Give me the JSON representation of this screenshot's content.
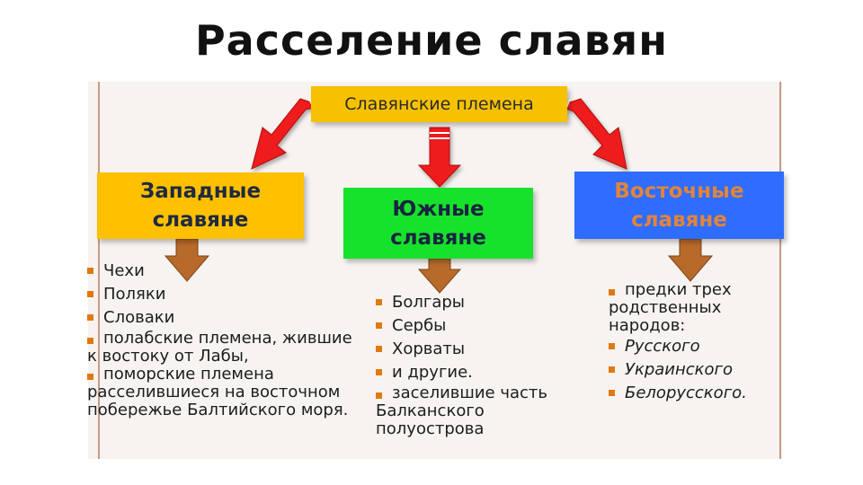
{
  "title": "Расселение славян",
  "root": {
    "label": "Славянские племена"
  },
  "groups": {
    "west": {
      "label_line1": "Западные",
      "label_line2": "славяне",
      "items": [
        "Чехи",
        "Поляки",
        "Словаки",
        "полабские племена, жившие",
        "к востоку от Лабы,",
        "поморские племена",
        "расселившиеся на восточном",
        "побережье Балтийского моря."
      ]
    },
    "south": {
      "label_line1": "Южные",
      "label_line2": "славяне",
      "items": [
        "Болгары",
        "Сербы",
        "Хорваты",
        "и другие.",
        "заселившие часть",
        "Балканского",
        "полуострова"
      ]
    },
    "east": {
      "label_line1": "Восточные",
      "label_line2": "славяне",
      "items": [
        "предки трех",
        "родственных",
        "народов:",
        "Русского",
        "Украинского",
        "Белорусского."
      ]
    }
  },
  "colors": {
    "root_fill": "#f6c100",
    "west_fill": "#ffc000",
    "south_fill": "#16e22c",
    "east_fill": "#2e6dff",
    "east_text": "#e2843a",
    "arrow_red": "#ee1b1b",
    "arrow_brown": "#b86a2a",
    "bullet": "#e07a10"
  }
}
